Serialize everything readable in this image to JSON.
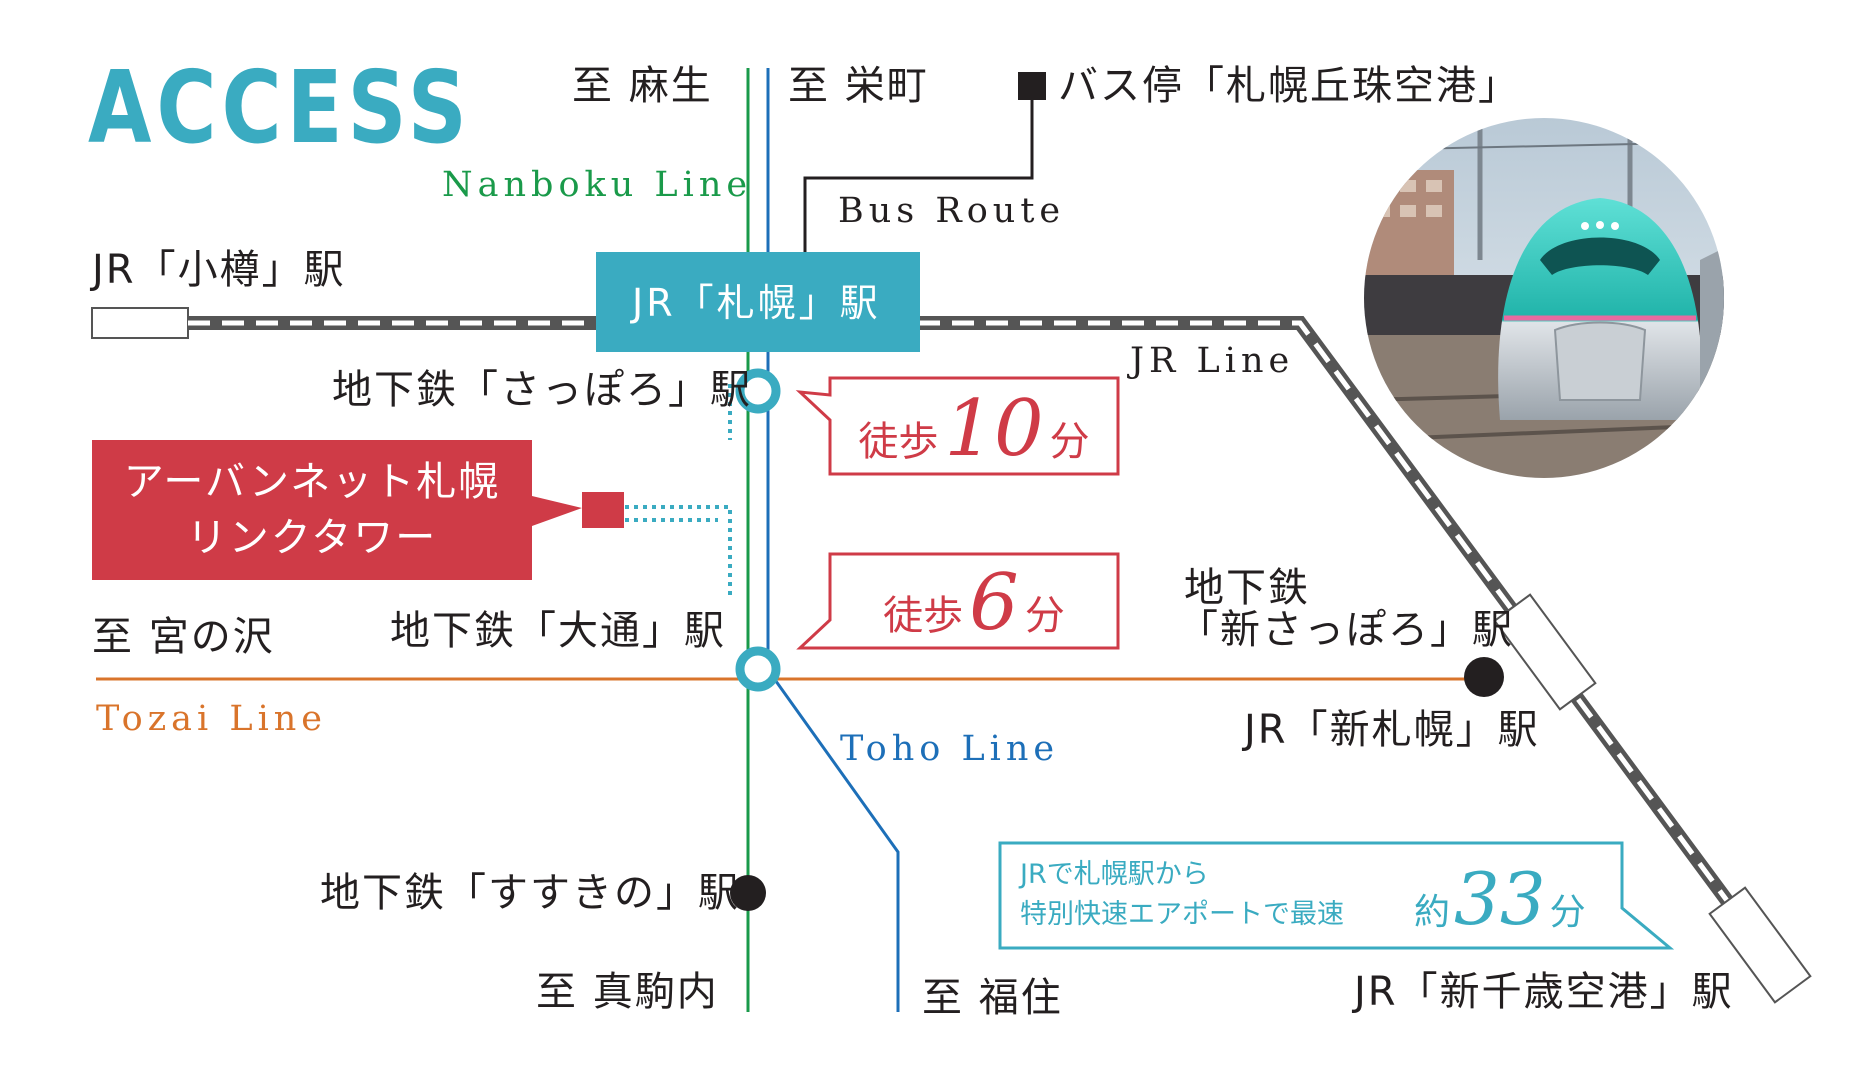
{
  "title": "ACCESS",
  "colors": {
    "accent": "#3aabc1",
    "building": "#cf3b47",
    "nanboku": "#1a9a4a",
    "toho": "#1d6fb8",
    "tozai": "#d9742b",
    "jr": "#555555",
    "text": "#231f20"
  },
  "lines": {
    "nanboku": "Nanboku Line",
    "tozai": "Tozai Line",
    "toho": "Toho Line",
    "jr": "JR Line",
    "bus": "Bus Route"
  },
  "directions": {
    "asabu": "至 麻生",
    "sakaemachi": "至 栄町",
    "miyanosawa": "至 宮の沢",
    "makomanai": "至 真駒内",
    "fukuzumi": "至 福住"
  },
  "stations": {
    "jr_sapporo": "JR「札幌」駅",
    "jr_otaru": "JR「小樽」駅",
    "subway_sapporo": "地下鉄「さっぽろ」駅",
    "subway_odori": "地下鉄「大通」駅",
    "subway_susukino": "地下鉄「すすきの」駅",
    "subway_shin_sapporo_1": "地下鉄",
    "subway_shin_sapporo_2": "「新さっぽろ」駅",
    "jr_shin_sapporo": "JR「新札幌」駅",
    "jr_new_chitose": "JR「新千歳空港」駅",
    "bus_stop": "バス停「札幌丘珠空港」"
  },
  "building": {
    "line1": "アーバンネット札幌",
    "line2": "リンクタワー"
  },
  "walk_sapporo": {
    "prefix": "徒歩",
    "minutes": "10",
    "unit": "分"
  },
  "walk_odori": {
    "prefix": "徒歩",
    "minutes": "6",
    "unit": "分"
  },
  "jr_note": {
    "line1": "JRで札幌駅から",
    "line2": "特別快速エアポートで最速",
    "prefix": "約",
    "minutes": "33",
    "unit": "分"
  },
  "photo": {
    "icon": "shinkansen-train-photo"
  }
}
